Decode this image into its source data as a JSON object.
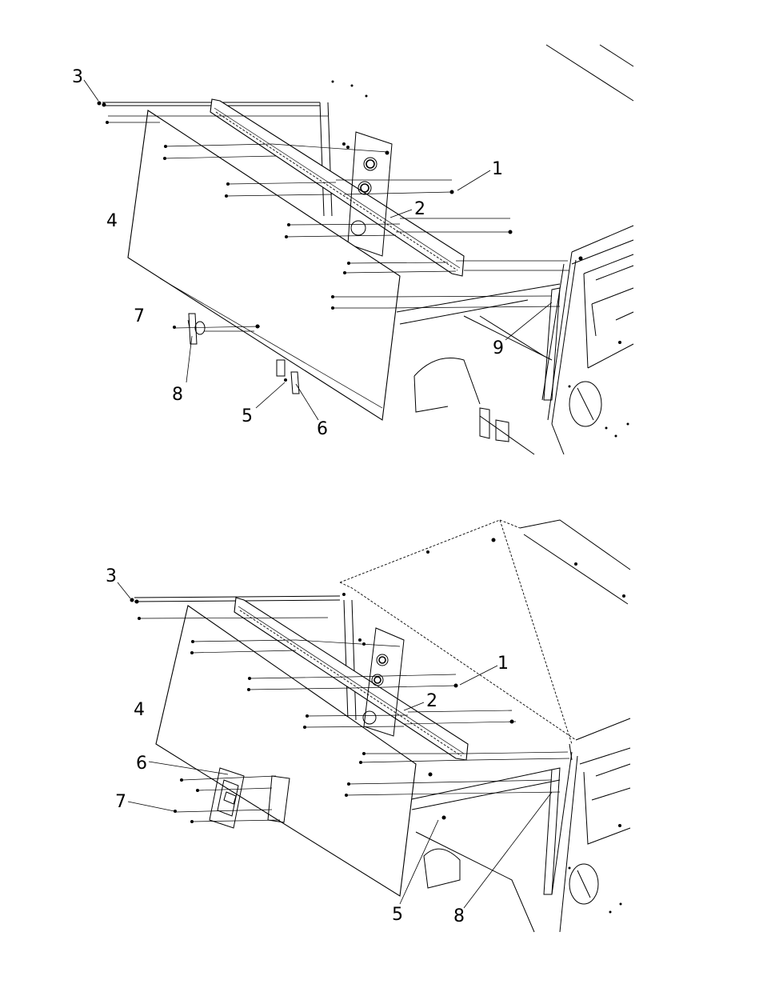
{
  "figures": [
    {
      "id": "upper",
      "callouts": [
        {
          "label": "1"
        },
        {
          "label": "2"
        },
        {
          "label": "3"
        },
        {
          "label": "4"
        },
        {
          "label": "5"
        },
        {
          "label": "6"
        },
        {
          "label": "7"
        },
        {
          "label": "8"
        },
        {
          "label": "9"
        }
      ]
    },
    {
      "id": "lower",
      "callouts": [
        {
          "label": "1"
        },
        {
          "label": "2"
        },
        {
          "label": "3"
        },
        {
          "label": "4"
        },
        {
          "label": "5"
        },
        {
          "label": "6"
        },
        {
          "label": "7"
        },
        {
          "label": "8"
        }
      ]
    }
  ]
}
